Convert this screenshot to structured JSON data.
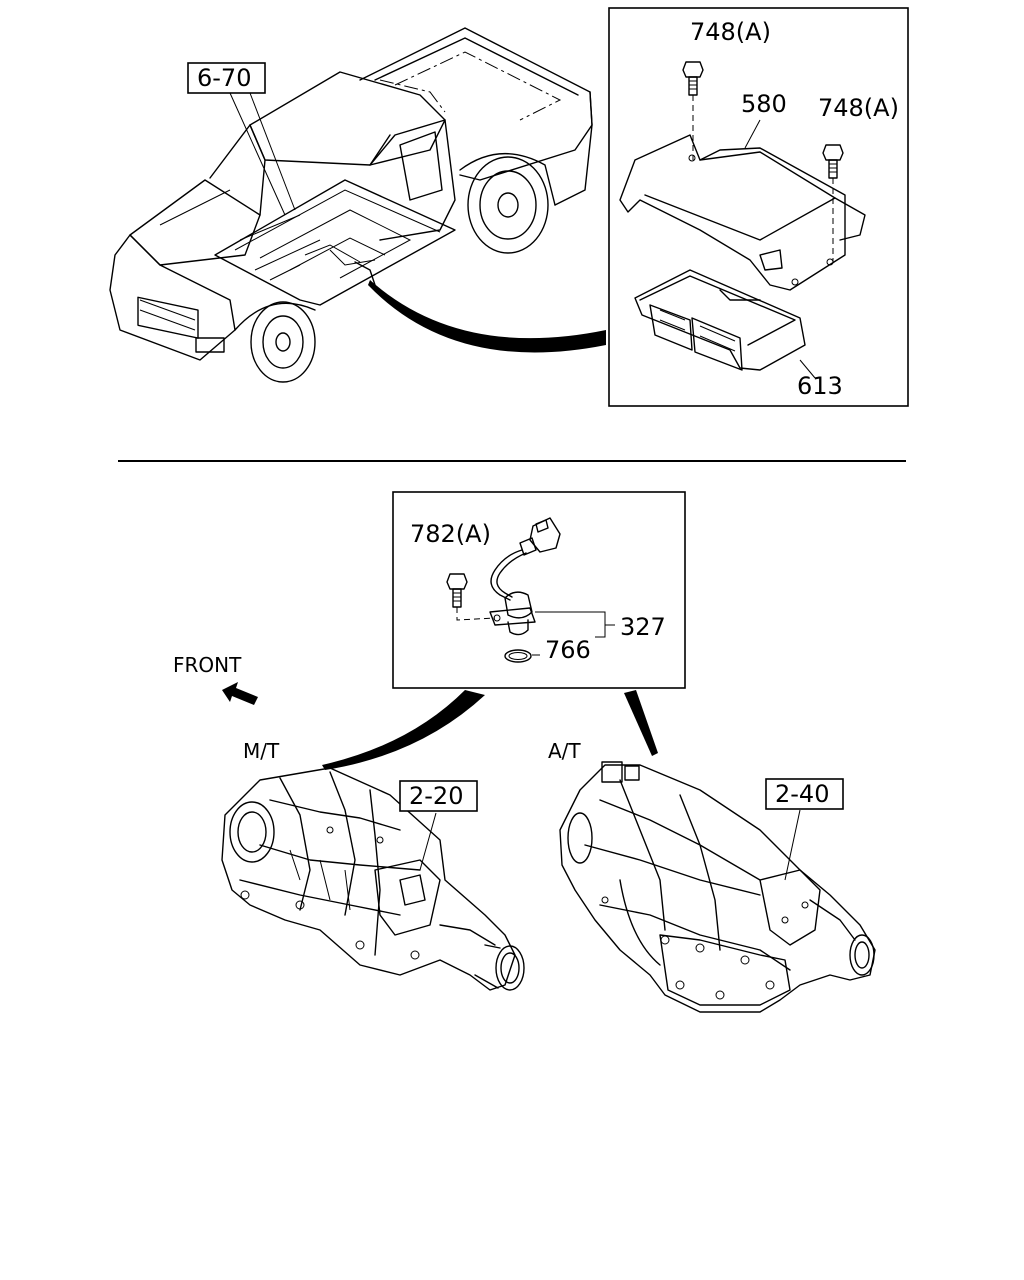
{
  "callouts": {
    "ref_6_70": "6-70",
    "ref_2_20": "2-20",
    "ref_2_40": "2-40"
  },
  "parts": {
    "p748a_top": "748(A)",
    "p748a_right": "748(A)",
    "p580": "580",
    "p613": "613",
    "p782a": "782(A)",
    "p327": "327",
    "p766": "766"
  },
  "labels": {
    "front": "FRONT",
    "manual": "M/T",
    "automatic": "A/T"
  }
}
